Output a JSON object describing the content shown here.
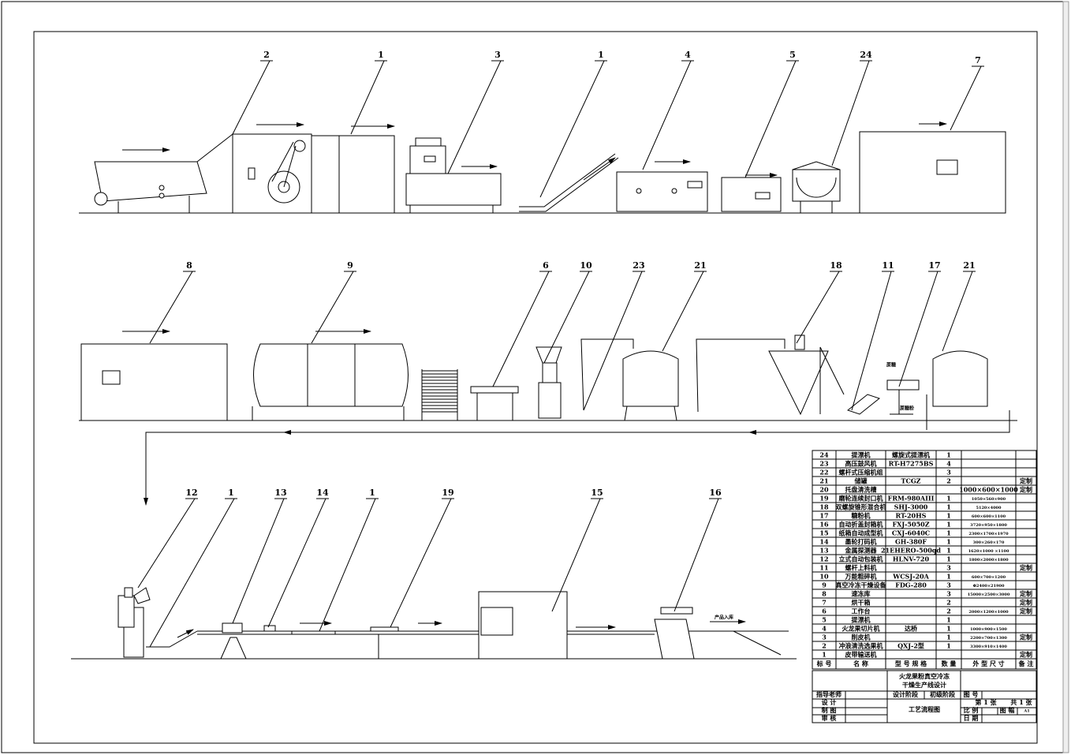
{
  "drawing": {
    "callouts_row1": [
      "2",
      "1",
      "3",
      "1",
      "4",
      "5",
      "24",
      "7"
    ],
    "callouts_row2": [
      "8",
      "9",
      "6",
      "10",
      "23",
      "21",
      "18",
      "11",
      "17",
      "21"
    ],
    "callouts_row3": [
      "12",
      "1",
      "13",
      "14",
      "1",
      "19",
      "15",
      "16"
    ],
    "notes": {
      "sugar": "蔗糖",
      "sugar_powder": "蔗糖粉",
      "product_storage": "产品入库"
    }
  },
  "parts_table": {
    "rows": [
      {
        "no": "24",
        "name": "提漂机",
        "model": "螺旋式提漂机",
        "qty": "1",
        "size": "",
        "remark": ""
      },
      {
        "no": "23",
        "name": "高压鼓风机",
        "model": "RT-H7275BS",
        "qty": "4",
        "size": "",
        "remark": ""
      },
      {
        "no": "22",
        "name": "螺杆式压缩机组",
        "model": "",
        "qty": "3",
        "size": "",
        "remark": ""
      },
      {
        "no": "21",
        "name": "储罐",
        "model": "TCGZ",
        "qty": "2",
        "size": "",
        "remark": "定制"
      },
      {
        "no": "20",
        "name": "托盘清洗槽",
        "model": "",
        "qty": "",
        "size": "1000×600×1000",
        "remark": "定制"
      },
      {
        "no": "19",
        "name": "磨轮连续封口机",
        "model": "FRM-980AIII",
        "qty": "1",
        "size": "1050×560×900",
        "remark": ""
      },
      {
        "no": "18",
        "name": "双螺旋锥形混合机",
        "model": "SHJ-3000",
        "qty": "1",
        "size": "5120×4000",
        "remark": ""
      },
      {
        "no": "17",
        "name": "糖粉机",
        "model": "RT-20HS",
        "qty": "1",
        "size": "600×600×1100",
        "remark": ""
      },
      {
        "no": "16",
        "name": "自动折盖封箱机",
        "model": "FXJ-5050Z",
        "qty": "1",
        "size": "3720×950×1800",
        "remark": ""
      },
      {
        "no": "15",
        "name": "纸箱自动成型机",
        "model": "CXJ-6040C",
        "qty": "1",
        "size": "2300×1700×1970",
        "remark": ""
      },
      {
        "no": "14",
        "name": "墨轮打码机",
        "model": "GH-380F",
        "qty": "1",
        "size": "300×260×170",
        "remark": ""
      },
      {
        "no": "13",
        "name": "金属探测器",
        "model": "21EHERO-500qd",
        "qty": "1",
        "size": "1620×1000 ×1100",
        "remark": ""
      },
      {
        "no": "12",
        "name": "立式自动包装机",
        "model": "HLNV-720",
        "qty": "1",
        "size": "1800×2000×1800",
        "remark": ""
      },
      {
        "no": "11",
        "name": "螺杆上料机",
        "model": "",
        "qty": "3",
        "size": "",
        "remark": "定制"
      },
      {
        "no": "10",
        "name": "万能粗碎机",
        "model": "WCSJ-20A",
        "qty": "1",
        "size": "600×700×1200",
        "remark": ""
      },
      {
        "no": "9",
        "name": "真空冷冻干燥设备",
        "model": "FDG-280",
        "qty": "3",
        "size": "Φ2400×21900",
        "remark": ""
      },
      {
        "no": "8",
        "name": "速冻库",
        "model": "",
        "qty": "3",
        "size": "15000×2500×3000",
        "remark": "定制"
      },
      {
        "no": "7",
        "name": "烘干箱",
        "model": "",
        "qty": "2",
        "size": "",
        "remark": "定制"
      },
      {
        "no": "6",
        "name": "工作台",
        "model": "",
        "qty": "2",
        "size": "2000×1200×1000",
        "remark": "定制"
      },
      {
        "no": "5",
        "name": "提漂机",
        "model": "",
        "qty": "1",
        "size": "",
        "remark": ""
      },
      {
        "no": "4",
        "name": "火龙果切片机",
        "model": "达桥",
        "qty": "1",
        "size": "1000×900×1500",
        "remark": ""
      },
      {
        "no": "3",
        "name": "削皮机",
        "model": "",
        "qty": "1",
        "size": "2200×700×1300",
        "remark": "定制"
      },
      {
        "no": "2",
        "name": "冲浪清洗选果机",
        "model": "QXJ-2型",
        "qty": "1",
        "size": "3300×910×1400",
        "remark": ""
      },
      {
        "no": "1",
        "name": "皮带输送机",
        "model": "",
        "qty": "",
        "size": "",
        "remark": "定制"
      }
    ],
    "header": {
      "no": "标 号",
      "name": "名    称",
      "model": "型 号 规 格",
      "qty": "数 量",
      "size": "外 型 尺 寸",
      "remark": "备 注"
    }
  },
  "title_block": {
    "project_line1": "火龙果粉真空冷冻",
    "project_line2": "干燥生产线设计",
    "advisor": "指导老师",
    "design": "设  计",
    "drawing": "制  图",
    "review": "审  核",
    "design_stage_label": "设计阶段",
    "design_stage": "初级阶段",
    "drawing_no": "图  号",
    "drawing_title": "工艺流程图",
    "sheet": "第 1 张",
    "total": "共 1 张",
    "scale": "比 例",
    "format_label": "图  幅",
    "format": "A1",
    "date": "日  期"
  }
}
